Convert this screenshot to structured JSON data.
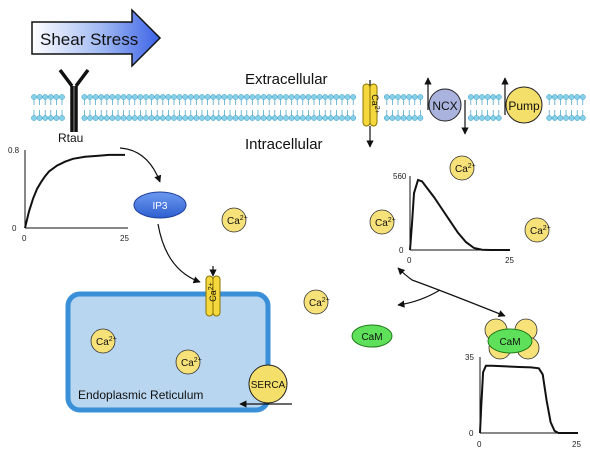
{
  "labels": {
    "shear_stress": "Shear Stress",
    "extracellular": "Extracellular",
    "intracellular": "Intracellular",
    "rtau": "Rtau",
    "ip3": "IP3",
    "ncx": "NCX",
    "pump": "Pump",
    "cam": "CaM",
    "serca": "SERCA",
    "er": "Endoplasmic Reticulum",
    "ca": "Ca",
    "ca_charge": "2+",
    "ca_channel": "Ca",
    "ca_channel_charge": "2+"
  },
  "colors": {
    "membrane_head": "#87d0ea",
    "membrane_head_stroke": "#3b9cc4",
    "er_fill": "#b8d6f0",
    "er_stroke": "#3a8fd9",
    "calcium": "#f7e27a",
    "channel": "#f4d83d",
    "ncx": "#aab3de",
    "ip3": "#4f7fe0",
    "cam": "#5fe05a",
    "arrow_blue": "#3f6fe8"
  },
  "chart_data": [
    {
      "type": "line",
      "id": "rtau-curve",
      "x": [
        0,
        1,
        2,
        3,
        4,
        5,
        6,
        8,
        10,
        12,
        15,
        18,
        21,
        25
      ],
      "y": [
        0,
        0.17,
        0.3,
        0.4,
        0.47,
        0.53,
        0.58,
        0.64,
        0.68,
        0.71,
        0.73,
        0.74,
        0.75,
        0.75
      ],
      "xlim": [
        0,
        25
      ],
      "ylim": [
        0,
        0.8
      ],
      "xticks": [
        "0",
        "25"
      ],
      "yticks": [
        "0",
        "0.8"
      ]
    },
    {
      "type": "line",
      "id": "cytosolic-ca-curve",
      "x": [
        0,
        0.5,
        1,
        2,
        3,
        4,
        6,
        8,
        10,
        12,
        14,
        16,
        18,
        20,
        25
      ],
      "y": [
        0,
        200,
        430,
        530,
        520,
        480,
        400,
        310,
        220,
        130,
        60,
        15,
        2,
        0,
        0
      ],
      "xlim": [
        0,
        25
      ],
      "ylim": [
        0,
        560
      ],
      "xticks": [
        "0",
        "25"
      ],
      "yticks": [
        "0",
        "560"
      ]
    },
    {
      "type": "line",
      "id": "cam-complex-curve",
      "x": [
        0,
        0.3,
        0.8,
        1.5,
        3,
        6,
        10,
        13,
        15,
        16,
        17,
        18,
        19,
        20,
        25
      ],
      "y": [
        0,
        12,
        28,
        31,
        31,
        30.7,
        30.4,
        30.2,
        29.8,
        27,
        15,
        5,
        1,
        0,
        0
      ],
      "xlim": [
        0,
        25
      ],
      "ylim": [
        0,
        35
      ],
      "xticks": [
        "0",
        "25"
      ],
      "yticks": [
        "0",
        "35"
      ]
    }
  ]
}
